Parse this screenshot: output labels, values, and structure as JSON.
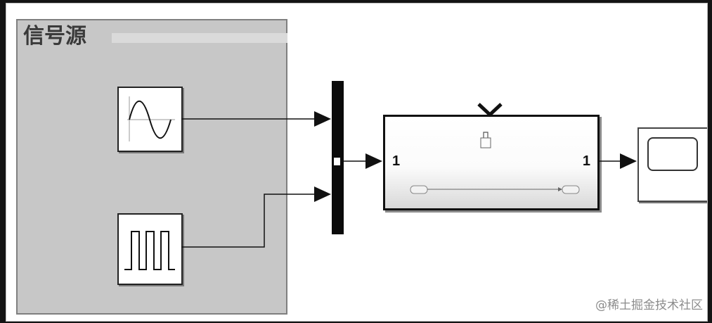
{
  "group": {
    "title": "信号源"
  },
  "blocks": [
    {
      "name": "sine-wave",
      "icon": "sine-wave-icon"
    },
    {
      "name": "pulse-generator",
      "icon": "pulse-wave-icon"
    },
    {
      "name": "mux",
      "icon": "mux-bar-icon"
    },
    {
      "name": "subsystem",
      "icon": "triggered-subsystem-icon",
      "inport": "1",
      "outport": "1"
    },
    {
      "name": "scope",
      "icon": "scope-screen-icon"
    }
  ],
  "subsystem": {
    "inport_label": "1",
    "outport_label": "1"
  },
  "watermark": "@稀土掘金技术社区",
  "colors": {
    "group_fill": "#c7c7c7",
    "wire": "#111111",
    "background": "#ffffff"
  }
}
